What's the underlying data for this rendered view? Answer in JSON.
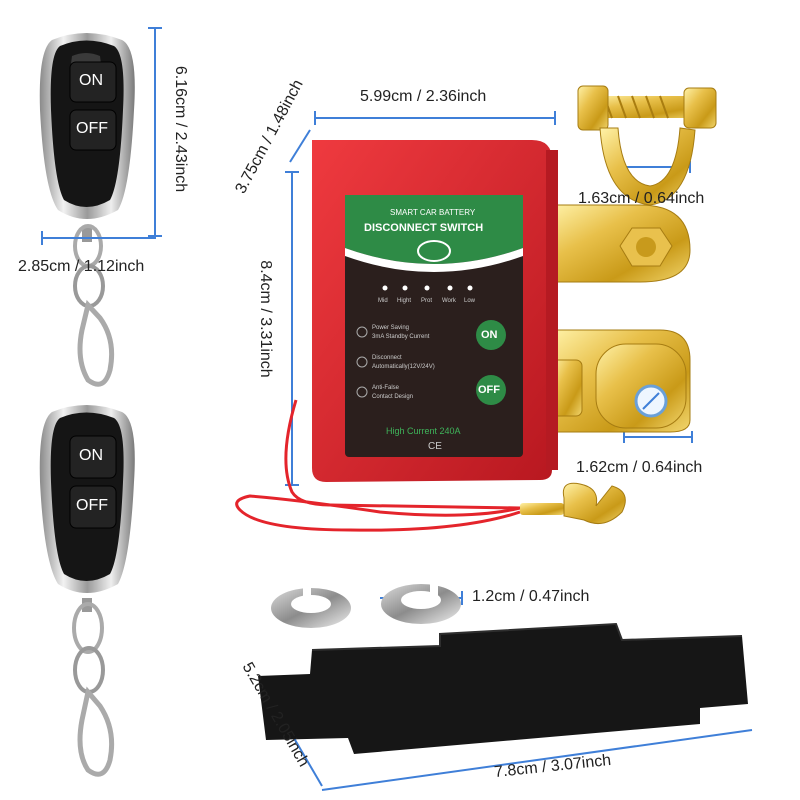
{
  "remotes": {
    "on_label": "ON",
    "off_label": "OFF"
  },
  "dimensions": {
    "remote_height": "6.16cm / 2.43inch",
    "remote_width": "2.85cm / 1.12inch",
    "switch_width": "5.99cm / 2.36inch",
    "switch_depth": "3.75cm / 1.48inch",
    "switch_height": "8.4cm / 3.31inch",
    "top_clamp": "1.63cm / 0.64inch",
    "bottom_clamp": "1.62cm / 0.64inch",
    "washer": "1.2cm / 0.47inch",
    "pad_height": "5.2cm / 2.05inch",
    "pad_width": "7.8cm / 3.07inch"
  },
  "switch_panel": {
    "title_small": "SMART CAR BATTERY",
    "title_main": "DISCONNECT SWITCH",
    "levels": [
      "Mid",
      "Hight",
      "Prot",
      "Work",
      "Low"
    ],
    "features": [
      {
        "line1": "Power Saving",
        "line2": "3mA Standby Current"
      },
      {
        "line1": "Disconnect",
        "line2": "Automatically(12V/24V)"
      },
      {
        "line1": "Anti-False",
        "line2": "Contact Design"
      }
    ],
    "on_label": "ON",
    "off_label": "OFF",
    "current": "High Current 240A",
    "ce_mark": "CE"
  },
  "colors": {
    "housing_red": "#d8242c",
    "panel_green": "#2e8b46",
    "gold": "#d4a520",
    "dim_line_blue": "#3f7fd8"
  }
}
